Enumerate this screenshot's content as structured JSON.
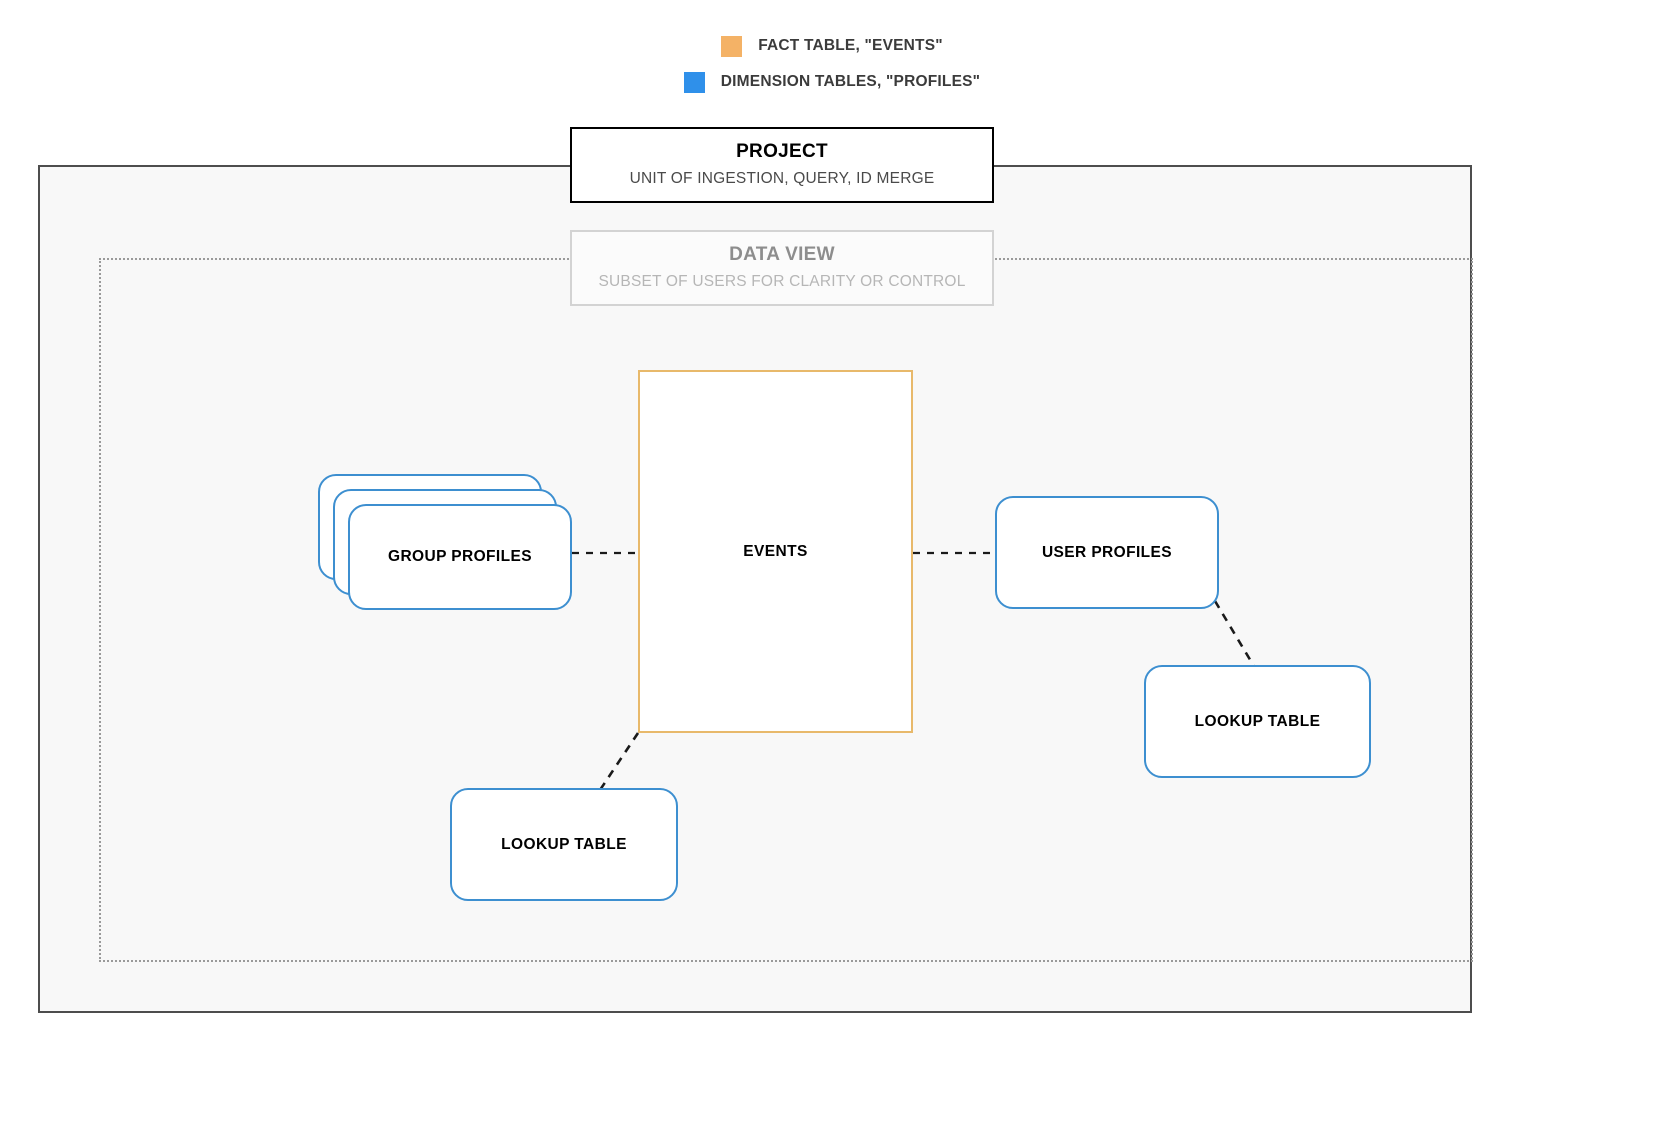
{
  "legend": {
    "items": [
      {
        "label": "FACT TABLE, \"EVENTS\"",
        "color": "#f4b266",
        "icon": "square-swatch-icon"
      },
      {
        "label": "DIMENSION TABLES, \"PROFILES\"",
        "color": "#2f90ea",
        "icon": "square-swatch-icon"
      }
    ]
  },
  "project": {
    "title": "PROJECT",
    "subtitle": "UNIT OF INGESTION, QUERY, ID MERGE"
  },
  "data_view": {
    "title": "DATA VIEW",
    "subtitle": "SUBSET OF USERS FOR CLARITY OR CONTROL"
  },
  "nodes": {
    "events": {
      "label": "EVENTS",
      "type": "fact",
      "color": "#e8b96b"
    },
    "group_profiles": {
      "label": "GROUP PROFILES",
      "type": "dimension",
      "color": "#3d8fd0",
      "stacked": 3
    },
    "user_profiles": {
      "label": "USER PROFILES",
      "type": "dimension",
      "color": "#3d8fd0"
    },
    "lookup_table_right": {
      "label": "LOOKUP TABLE",
      "type": "dimension",
      "color": "#3d8fd0"
    },
    "lookup_table_left": {
      "label": "LOOKUP TABLE",
      "type": "dimension",
      "color": "#3d8fd0"
    }
  },
  "connections": [
    {
      "from": "group_profiles",
      "to": "events",
      "style": "dashed"
    },
    {
      "from": "events",
      "to": "user_profiles",
      "style": "dashed"
    },
    {
      "from": "user_profiles",
      "to": "lookup_table_right",
      "style": "dashed"
    },
    {
      "from": "events",
      "to": "lookup_table_left",
      "style": "dashed"
    }
  ],
  "colors": {
    "fact_border": "#e8b96b",
    "dimension_border": "#3d8fd0",
    "project_border": "#000000",
    "data_view_border": "#d3d3d3",
    "frame_border": "#4d4d4d",
    "frame_fill": "#f8f8f8",
    "connector": "#1a1a1a"
  }
}
